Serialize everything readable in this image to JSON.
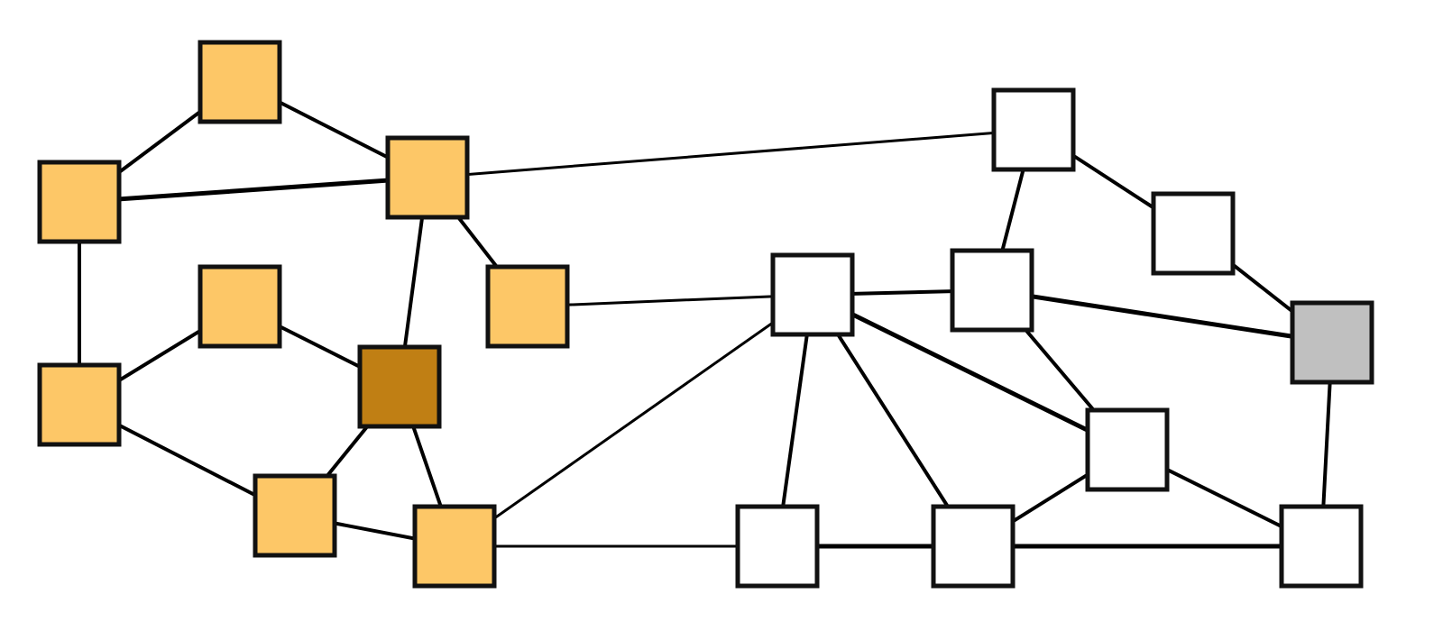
{
  "diagram": {
    "type": "graph",
    "colors": {
      "visited": "#fdc767",
      "current": "#c07f14",
      "goal": "#c0c0c0",
      "unvisited": "#ffffff",
      "edge": "#000000",
      "border": "#111111"
    },
    "nodes": [
      {
        "id": "n1",
        "state": "visited"
      },
      {
        "id": "n2",
        "state": "visited"
      },
      {
        "id": "n3",
        "state": "visited"
      },
      {
        "id": "n4",
        "state": "visited"
      },
      {
        "id": "n5",
        "state": "visited"
      },
      {
        "id": "n6",
        "state": "visited"
      },
      {
        "id": "n7",
        "state": "current"
      },
      {
        "id": "n8",
        "state": "visited"
      },
      {
        "id": "n9",
        "state": "visited"
      },
      {
        "id": "n10",
        "state": "visited"
      },
      {
        "id": "n11",
        "state": "unvisited"
      },
      {
        "id": "n12",
        "state": "unvisited"
      },
      {
        "id": "n13",
        "state": "unvisited"
      },
      {
        "id": "n14",
        "state": "unvisited"
      },
      {
        "id": "n15",
        "state": "goal"
      },
      {
        "id": "n16",
        "state": "unvisited"
      },
      {
        "id": "n17",
        "state": "unvisited"
      },
      {
        "id": "n18",
        "state": "unvisited"
      },
      {
        "id": "n19",
        "state": "unvisited"
      }
    ],
    "edges": [
      [
        "n2",
        "n1",
        4
      ],
      [
        "n1",
        "n3",
        4
      ],
      [
        "n2",
        "n3",
        5
      ],
      [
        "n2",
        "n5",
        4
      ],
      [
        "n3",
        "n6",
        4
      ],
      [
        "n3",
        "n7",
        4
      ],
      [
        "n5",
        "n4",
        4
      ],
      [
        "n4",
        "n7",
        4
      ],
      [
        "n5",
        "n8",
        4
      ],
      [
        "n7",
        "n8",
        4
      ],
      [
        "n7",
        "n10",
        4
      ],
      [
        "n8",
        "n10",
        4
      ],
      [
        "n6",
        "n12",
        3
      ],
      [
        "n3",
        "n11",
        3
      ],
      [
        "n10",
        "n12",
        3
      ],
      [
        "n10",
        "n17",
        3
      ],
      [
        "n11",
        "n13",
        4
      ],
      [
        "n11",
        "n14",
        4
      ],
      [
        "n12",
        "n13",
        4
      ],
      [
        "n12",
        "n16",
        5
      ],
      [
        "n12",
        "n17",
        4
      ],
      [
        "n12",
        "n18",
        4
      ],
      [
        "n13",
        "n15",
        5
      ],
      [
        "n13",
        "n16",
        4
      ],
      [
        "n14",
        "n15",
        4
      ],
      [
        "n15",
        "n19",
        4
      ],
      [
        "n16",
        "n18",
        4
      ],
      [
        "n16",
        "n19",
        4
      ],
      [
        "n17",
        "n18",
        5
      ],
      [
        "n18",
        "n19",
        5
      ]
    ]
  }
}
